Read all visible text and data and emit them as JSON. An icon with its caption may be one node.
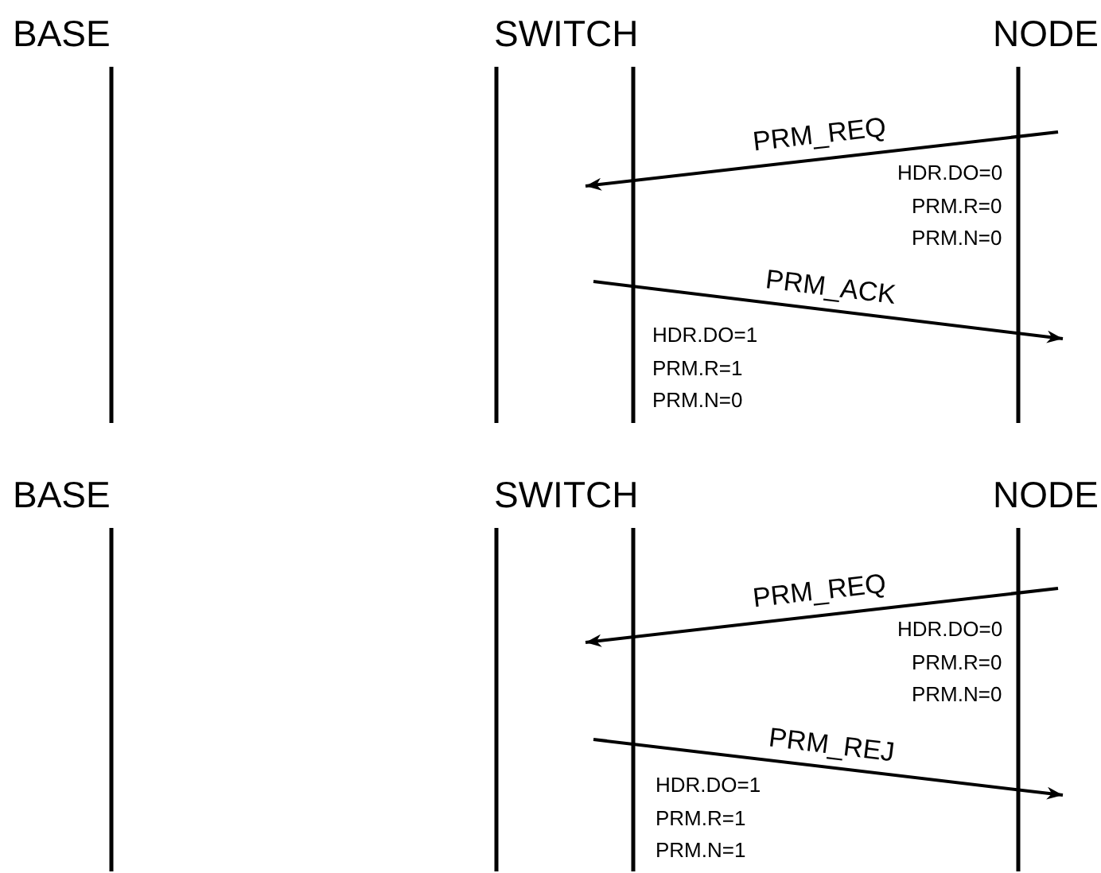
{
  "diagram": {
    "nodes": [
      {
        "text": [
          "BASE"
        ]
      },
      {
        "text": [
          "SWITCH"
        ]
      },
      {
        "text": [
          "NODE"
        ]
      },
      {
        "text": [
          "BASE"
        ]
      },
      {
        "text": [
          "SWITCH"
        ]
      },
      {
        "text": [
          "NODE"
        ]
      }
    ],
    "edges": [
      {
        "from": 2,
        "to": 1,
        "arrow": "to",
        "label": "PRM_REQ"
      },
      {
        "from": 1,
        "to": 2,
        "arrow": "to",
        "label": "PRM_ACK"
      },
      {
        "from": 5,
        "to": 4,
        "arrow": "to",
        "label": "PRM_REQ"
      },
      {
        "from": 4,
        "to": 5,
        "arrow": "to",
        "label": "PRM_REJ"
      }
    ],
    "labels": [
      "HDR.DO=0",
      "PRM.R=0",
      "PRM.N=0",
      "HDR.DO=1",
      "PRM.R=1",
      "PRM.N=0",
      "HDR.DO=0",
      "PRM.R=0",
      "PRM.N=0",
      "HDR.DO=1",
      "PRM.R=1",
      "PRM.N=1"
    ]
  }
}
